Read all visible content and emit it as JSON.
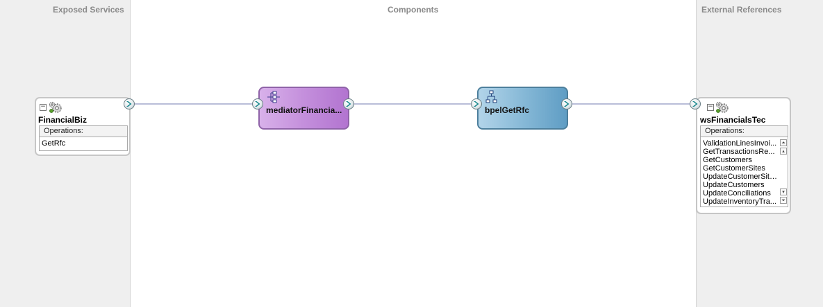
{
  "lanes": {
    "exposed_services": "Exposed Services",
    "components": "Components",
    "external_references": "External References"
  },
  "exposed_service": {
    "name": "FinancialBiz",
    "operations_label": "Operations:",
    "operations": [
      "GetRfc"
    ]
  },
  "components": {
    "mediator": {
      "label": "mediatorFinancia..."
    },
    "bpel": {
      "label": "bpelGetRfc"
    }
  },
  "external_reference": {
    "name": "wsFinancialsTec",
    "operations_label": "Operations:",
    "operations": [
      "ValidationLinesInvoi...",
      "GetTransactionsRe...",
      "GetCustomers",
      "GetCustomerSites",
      "UpdateCustomerSites",
      "UpdateCustomers",
      "UpdateConciliations",
      "UpdateInventoryTra..."
    ]
  },
  "colors": {
    "port": "#1d8a8f",
    "wire": "#b9bdd8",
    "mediator": "#c48fdc",
    "bpel": "#87b9d7"
  }
}
